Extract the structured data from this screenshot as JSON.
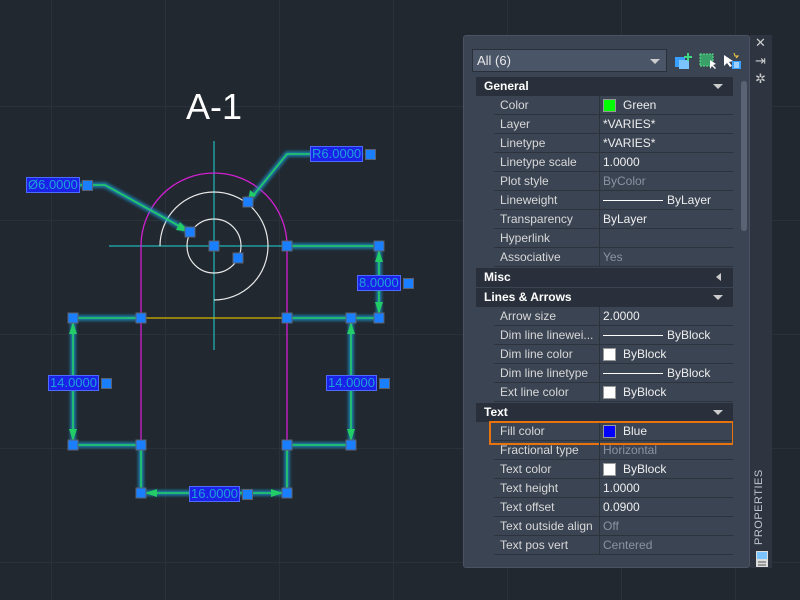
{
  "drawing": {
    "title": "A-1",
    "dimensions": {
      "diameter": "Ø6.0000",
      "radius": "R6.0000",
      "vertical_top": "8.0000",
      "left_height": "14.0000",
      "right_height": "14.0000",
      "bottom_width": "16.0000"
    }
  },
  "panel": {
    "selection": "All (6)",
    "vertical_title": "PROPERTIES",
    "sections": [
      {
        "name": "General",
        "expanded": true,
        "rows": [
          {
            "label": "Color",
            "value": "Green",
            "swatch": "#00ff00"
          },
          {
            "label": "Layer",
            "value": "*VARIES*"
          },
          {
            "label": "Linetype",
            "value": "*VARIES*"
          },
          {
            "label": "Linetype scale",
            "value": "1.0000"
          },
          {
            "label": "Plot style",
            "value": "ByColor",
            "disabled": true
          },
          {
            "label": "Lineweight",
            "value": "ByLayer",
            "line": true
          },
          {
            "label": "Transparency",
            "value": "ByLayer"
          },
          {
            "label": "Hyperlink",
            "value": ""
          },
          {
            "label": "Associative",
            "value": "Yes",
            "disabled": true
          }
        ]
      },
      {
        "name": "Misc",
        "expanded": false,
        "rows": []
      },
      {
        "name": "Lines & Arrows",
        "expanded": true,
        "rows": [
          {
            "label": "Arrow size",
            "value": "2.0000"
          },
          {
            "label": "Dim line linewei...",
            "value": "ByBlock",
            "line": true
          },
          {
            "label": "Dim line color",
            "value": "ByBlock",
            "swatch": "#ffffff"
          },
          {
            "label": "Dim line linetype",
            "value": "ByBlock",
            "line": true
          },
          {
            "label": "Ext line color",
            "value": "ByBlock",
            "swatch": "#ffffff"
          }
        ]
      },
      {
        "name": "Text",
        "expanded": true,
        "rows": [
          {
            "label": "Fill color",
            "value": "Blue",
            "swatch": "#0000ff",
            "highlighted": true
          },
          {
            "label": "Fractional type",
            "value": "Horizontal",
            "disabled": true
          },
          {
            "label": "Text color",
            "value": "ByBlock",
            "swatch": "#ffffff"
          },
          {
            "label": "Text height",
            "value": "1.0000"
          },
          {
            "label": "Text offset",
            "value": "0.0900"
          },
          {
            "label": "Text outside align",
            "value": "Off",
            "disabled": true
          },
          {
            "label": "Text pos vert",
            "value": "Centered",
            "disabled": true
          }
        ]
      }
    ]
  },
  "colors": {
    "highlight": "#e8730c",
    "grip": "#1a7fff",
    "dim_line": "#22cc66"
  }
}
